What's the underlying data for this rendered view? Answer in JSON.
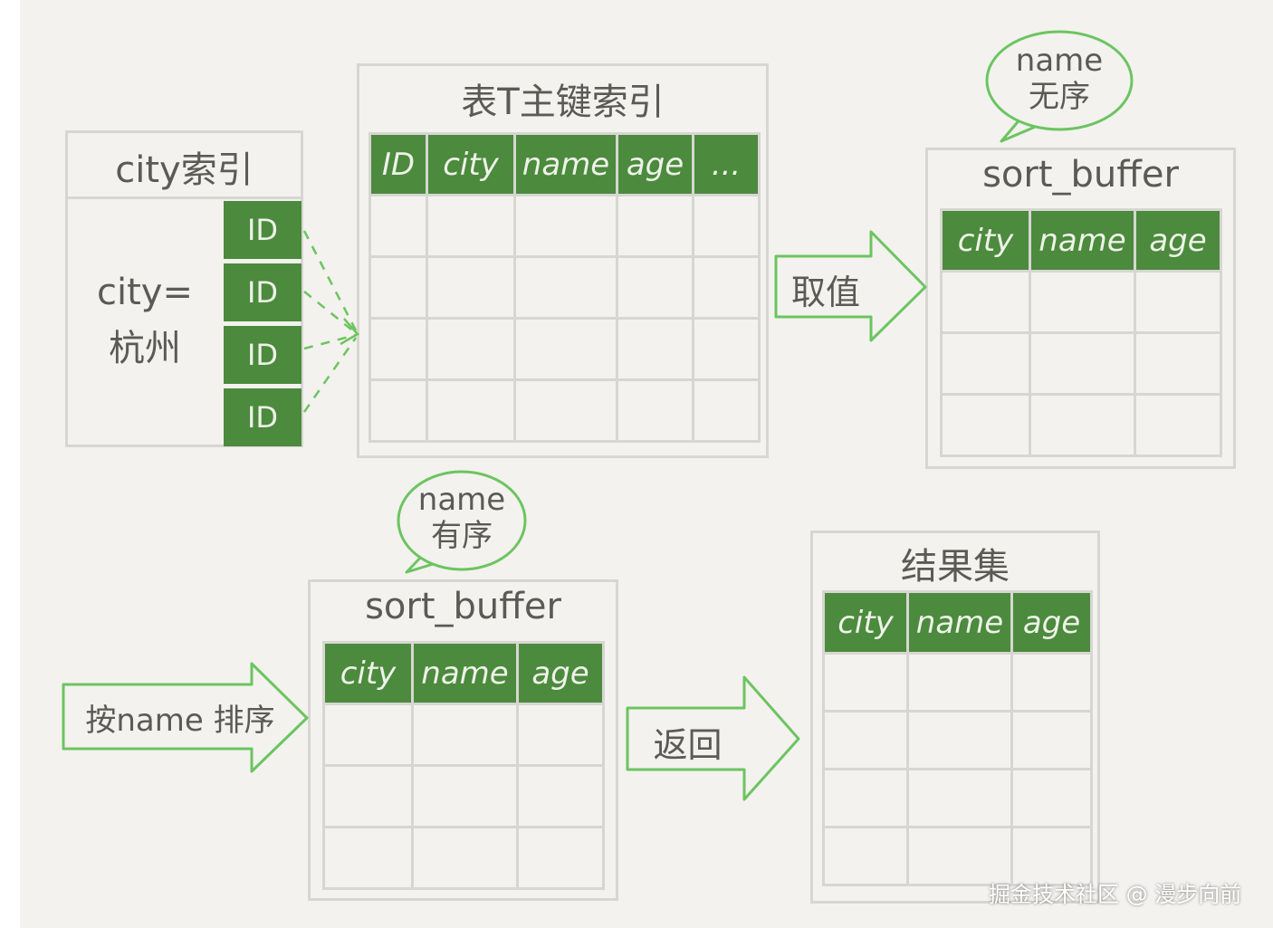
{
  "city_index": {
    "title": "city索引",
    "condition_line1": "city=",
    "condition_line2": "杭州",
    "entries": [
      "ID",
      "ID",
      "ID",
      "ID"
    ]
  },
  "primary_index": {
    "title": "表T主键索引",
    "columns": [
      "ID",
      "city",
      "name",
      "age",
      "..."
    ]
  },
  "sort_buffer_unsorted": {
    "title": "sort_buffer",
    "columns": [
      "city",
      "name",
      "age"
    ],
    "note_line1": "name",
    "note_line2": "无序"
  },
  "fetch_arrow": {
    "label": "取值"
  },
  "sort_arrow": {
    "label": "按name 排序"
  },
  "sort_buffer_sorted": {
    "title": "sort_buffer",
    "columns": [
      "city",
      "name",
      "age"
    ],
    "note_line1": "name",
    "note_line2": "有序"
  },
  "return_arrow": {
    "label": "返回"
  },
  "result_set": {
    "title": "结果集",
    "columns": [
      "city",
      "name",
      "age"
    ]
  },
  "watermark": "掘金技术社区 @ 漫步向前",
  "colors": {
    "header_green": "#4c8a3e",
    "arrow_green": "#6cc461",
    "border_gray": "#d7d6d2",
    "background": "#f3f2ee"
  }
}
